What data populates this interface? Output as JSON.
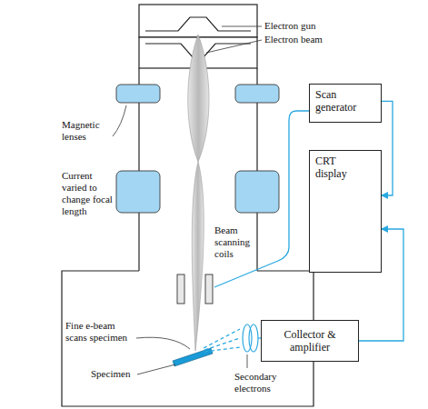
{
  "diagram": {
    "nodes": [
      {
        "text": [
          "Scan generator"
        ]
      },
      {
        "text": [
          "CRT display"
        ]
      },
      {
        "text": [
          "Collector & amplifier"
        ]
      }
    ],
    "edges": [
      {
        "from": 0,
        "to": 1,
        "arrow": "to"
      },
      {
        "from": 2,
        "to": 1,
        "arrow": "to"
      }
    ],
    "labels": [
      "Electron gun",
      "Electron beam",
      "Magnetic lenses",
      "Current varied to change focal length",
      "Beam scanning coils",
      "Fine e-beam scans specimen",
      "Specimen",
      "Secondary electrons"
    ]
  }
}
